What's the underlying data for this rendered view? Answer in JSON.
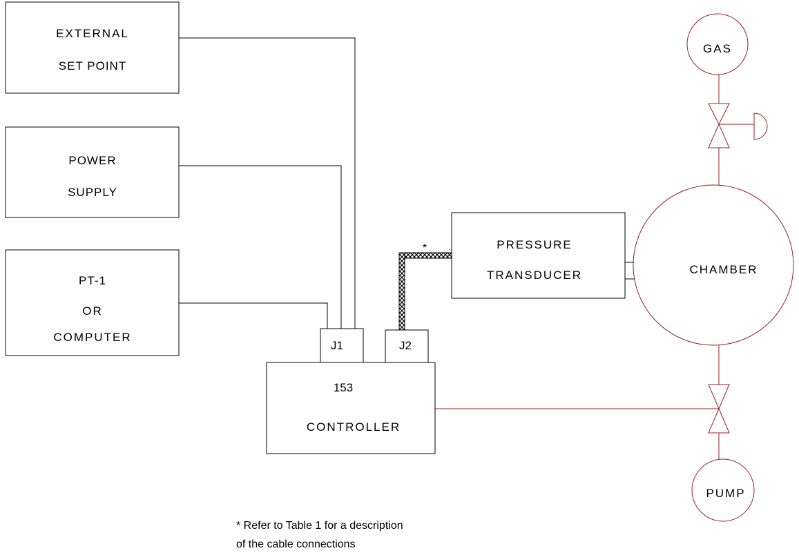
{
  "colors": {
    "line": "#000000",
    "process_line": "#9b1c22",
    "background": "#ffffff"
  },
  "blocks": {
    "external_set_point": {
      "line1": "EXTERNAL",
      "line2": "SET POINT"
    },
    "power_supply": {
      "line1": "POWER",
      "line2": "SUPPLY"
    },
    "pt1_computer": {
      "line1": "PT-1",
      "line2": "OR",
      "line3": "COMPUTER"
    },
    "controller": {
      "model": "153",
      "label": "CONTROLLER"
    },
    "connector_j1": {
      "label": "J1"
    },
    "connector_j2": {
      "label": "J2"
    },
    "pressure_transducer": {
      "line1": "PRESSURE",
      "line2": "TRANSDUCER"
    },
    "chamber": {
      "label": "CHAMBER"
    },
    "gas": {
      "label": "GAS"
    },
    "pump": {
      "label": "PUMP"
    }
  },
  "cable_marker": "*",
  "footnote": {
    "line1": "* Refer to Table 1 for a description",
    "line2": "of the cable connections"
  }
}
